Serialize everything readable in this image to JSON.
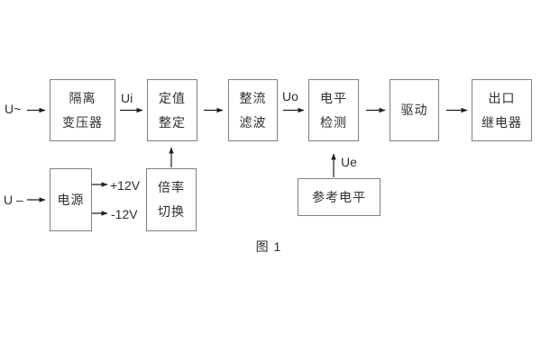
{
  "diagram": {
    "caption": "图 1",
    "blocks": [
      {
        "id": "isolation-transformer",
        "label": "隔离\n变压器"
      },
      {
        "id": "setting-adjust",
        "label": "定值\n整定"
      },
      {
        "id": "rectify-filter",
        "label": "整流\n滤波"
      },
      {
        "id": "level-detect",
        "label": "电平\n检测"
      },
      {
        "id": "drive",
        "label": "驱动"
      },
      {
        "id": "output-relay",
        "label": "出口\n继电器"
      },
      {
        "id": "power-supply",
        "label": "电源"
      },
      {
        "id": "multiplier-switch",
        "label": "倍率\n切换"
      },
      {
        "id": "reference-level",
        "label": "参考电平"
      }
    ],
    "signals": {
      "ac_input": "U~",
      "dc_input": "U –",
      "ui": "Ui",
      "uo": "Uo",
      "ue": "Ue",
      "plus12v": "+12V",
      "minus12v": "-12V"
    },
    "colors": {
      "background": "#ffffff",
      "box_border": "#7f7f7f",
      "text": "#2e2e2e",
      "line": "#1f1f1f"
    }
  }
}
